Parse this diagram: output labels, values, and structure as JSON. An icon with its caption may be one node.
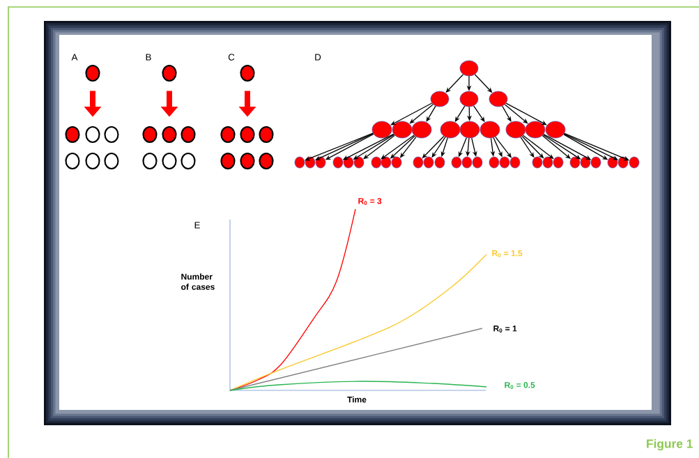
{
  "diagram": {
    "caption": "Figure 1",
    "nodes": [
      {
        "text": [],
        "shape": "dot"
      },
      {
        "text": [],
        "shape": "dot"
      },
      {
        "text": [],
        "shape": "circle"
      },
      {
        "text": [],
        "shape": "circle"
      },
      {
        "text": [],
        "shape": "circle"
      },
      {
        "text": [],
        "shape": "circle"
      },
      {
        "text": [],
        "shape": "circle"
      },
      {
        "text": [],
        "shape": "dot"
      },
      {
        "text": [],
        "shape": "dot"
      },
      {
        "text": [],
        "shape": "dot"
      },
      {
        "text": [],
        "shape": "dot"
      },
      {
        "text": [],
        "shape": "circle"
      },
      {
        "text": [],
        "shape": "circle"
      },
      {
        "text": [],
        "shape": "circle"
      },
      {
        "text": [],
        "shape": "dot"
      },
      {
        "text": [],
        "shape": "dot"
      },
      {
        "text": [],
        "shape": "dot"
      },
      {
        "text": [],
        "shape": "dot"
      },
      {
        "text": [],
        "shape": "dot"
      },
      {
        "text": [],
        "shape": "dot"
      },
      {
        "text": [],
        "shape": "dot"
      },
      {
        "text": [],
        "shape": "ellipse"
      },
      {
        "text": [],
        "shape": "ellipse"
      },
      {
        "text": [],
        "shape": "ellipse"
      },
      {
        "text": [],
        "shape": "ellipse"
      },
      {
        "text": [],
        "shape": "ellipse"
      },
      {
        "text": [],
        "shape": "ellipse"
      },
      {
        "text": [],
        "shape": "ellipse"
      },
      {
        "text": [],
        "shape": "ellipse"
      },
      {
        "text": [],
        "shape": "ellipse"
      },
      {
        "text": [],
        "shape": "ellipse"
      },
      {
        "text": [],
        "shape": "ellipse"
      },
      {
        "text": [],
        "shape": "ellipse"
      },
      {
        "text": [],
        "shape": "ellipse"
      },
      {
        "text": [],
        "shape": "ellipse"
      },
      {
        "text": [],
        "shape": "ellipse"
      },
      {
        "text": [],
        "shape": "ellipse"
      },
      {
        "text": [],
        "shape": "ellipse"
      },
      {
        "text": [],
        "shape": "ellipse"
      },
      {
        "text": [],
        "shape": "ellipse"
      },
      {
        "text": [],
        "shape": "ellipse"
      },
      {
        "text": [],
        "shape": "ellipse"
      },
      {
        "text": [],
        "shape": "ellipse"
      },
      {
        "text": [],
        "shape": "ellipse"
      },
      {
        "text": [],
        "shape": "ellipse"
      },
      {
        "text": [],
        "shape": "ellipse"
      },
      {
        "text": [],
        "shape": "ellipse"
      },
      {
        "text": [],
        "shape": "ellipse"
      },
      {
        "text": [],
        "shape": "ellipse"
      },
      {
        "text": [],
        "shape": "ellipse"
      },
      {
        "text": [],
        "shape": "ellipse"
      },
      {
        "text": [],
        "shape": "ellipse"
      },
      {
        "text": [],
        "shape": "ellipse"
      },
      {
        "text": [],
        "shape": "ellipse"
      },
      {
        "text": [],
        "shape": "ellipse"
      },
      {
        "text": [],
        "shape": "ellipse"
      },
      {
        "text": [],
        "shape": "ellipse"
      },
      {
        "text": [],
        "shape": "ellipse"
      },
      {
        "text": [],
        "shape": "ellipse"
      },
      {
        "text": [],
        "shape": "ellipse"
      },
      {
        "text": [],
        "shape": "ellipse"
      }
    ],
    "edges": [
      {
        "from": 0,
        "to": 2,
        "arrow": "to",
        "style": "thick",
        "color": "#ff0000"
      },
      {
        "from": 7,
        "to": 9,
        "arrow": "to",
        "style": "thick",
        "color": "#ff0000"
      },
      {
        "from": 14,
        "to": 16,
        "arrow": "to",
        "style": "thick",
        "color": "#ff0000"
      },
      {
        "from": 21,
        "to": 22,
        "arrow": "to"
      },
      {
        "from": 21,
        "to": 23,
        "arrow": "to"
      },
      {
        "from": 21,
        "to": 24,
        "arrow": "to"
      },
      {
        "from": 22,
        "to": 25,
        "arrow": "to"
      },
      {
        "from": 22,
        "to": 26,
        "arrow": "to"
      },
      {
        "from": 22,
        "to": 27,
        "arrow": "to"
      },
      {
        "from": 23,
        "to": 28,
        "arrow": "to"
      },
      {
        "from": 23,
        "to": 29,
        "arrow": "to"
      },
      {
        "from": 23,
        "to": 30,
        "arrow": "to"
      },
      {
        "from": 24,
        "to": 31,
        "arrow": "to"
      },
      {
        "from": 24,
        "to": 32,
        "arrow": "to"
      },
      {
        "from": 24,
        "to": 33,
        "arrow": "to"
      },
      {
        "from": 25,
        "to": 34,
        "arrow": "to"
      },
      {
        "from": 25,
        "to": 35,
        "arrow": "to"
      },
      {
        "from": 25,
        "to": 36,
        "arrow": "to"
      },
      {
        "from": 26,
        "to": 37,
        "arrow": "to"
      },
      {
        "from": 26,
        "to": 38,
        "arrow": "to"
      },
      {
        "from": 26,
        "to": 39,
        "arrow": "to"
      },
      {
        "from": 27,
        "to": 40,
        "arrow": "to"
      },
      {
        "from": 27,
        "to": 41,
        "arrow": "to"
      },
      {
        "from": 27,
        "to": 42,
        "arrow": "to"
      },
      {
        "from": 28,
        "to": 43,
        "arrow": "to"
      },
      {
        "from": 28,
        "to": 44,
        "arrow": "to"
      },
      {
        "from": 28,
        "to": 45,
        "arrow": "to"
      },
      {
        "from": 29,
        "to": 46,
        "arrow": "to"
      },
      {
        "from": 29,
        "to": 47,
        "arrow": "to"
      },
      {
        "from": 29,
        "to": 48,
        "arrow": "to"
      },
      {
        "from": 30,
        "to": 49,
        "arrow": "to"
      },
      {
        "from": 30,
        "to": 50,
        "arrow": "to"
      },
      {
        "from": 30,
        "to": 51,
        "arrow": "to"
      },
      {
        "from": 31,
        "to": 52,
        "arrow": "to"
      },
      {
        "from": 31,
        "to": 53,
        "arrow": "to"
      },
      {
        "from": 31,
        "to": 54,
        "arrow": "to"
      },
      {
        "from": 32,
        "to": 55,
        "arrow": "to"
      },
      {
        "from": 32,
        "to": 56,
        "arrow": "to"
      },
      {
        "from": 32,
        "to": 57,
        "arrow": "to"
      },
      {
        "from": 33,
        "to": 58,
        "arrow": "to"
      },
      {
        "from": 33,
        "to": 59,
        "arrow": "to"
      },
      {
        "from": 33,
        "to": 60,
        "arrow": "to"
      }
    ],
    "labels": [
      "A",
      "B",
      "C",
      "D",
      "E",
      "Number of cases",
      "R$_{0}$ = 3",
      "R$_{0}$ = 1.5",
      "R$_{0}$ = 1",
      "R$_{0}$ = 0.5",
      "Time"
    ]
  }
}
